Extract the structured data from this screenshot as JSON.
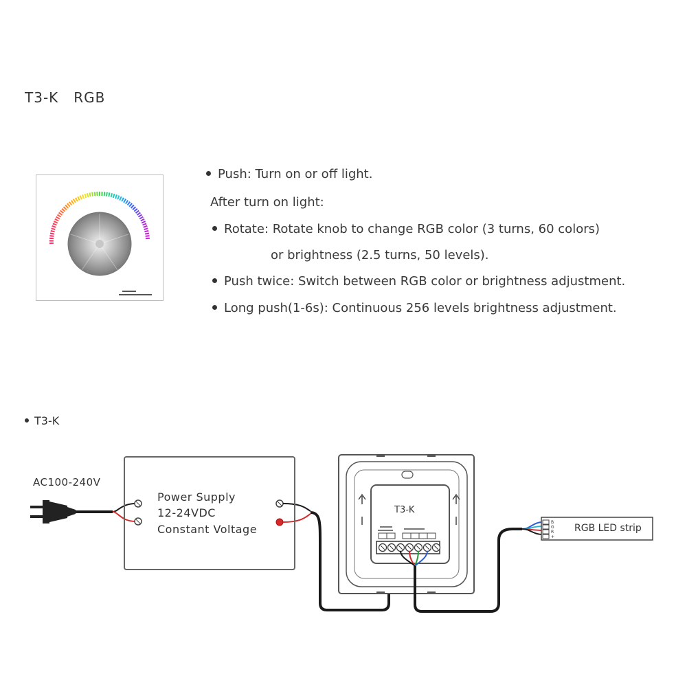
{
  "title": {
    "model": "T3-K",
    "type": "RGB"
  },
  "product_image": {
    "panel_print_line1": "",
    "panel_print_line2": ""
  },
  "instructions": {
    "push": "Push: Turn on or off light.",
    "after": "After turn on light:",
    "rotate_1": "Rotate: Rotate knob to change RGB color (3 turns, 60 colors)",
    "rotate_2": "or brightness (2.5 turns, 50 levels).",
    "push_twice": "Push twice: Switch between RGB color or brightness adjustment.",
    "long_push": "Long push(1-6s): Continuous 256 levels brightness adjustment."
  },
  "wiring": {
    "section_title": "T3-K",
    "ac_label": "AC100-240V",
    "power_supply": {
      "line1": "Power Supply",
      "line2": "12-24VDC",
      "line3": "Constant Voltage"
    },
    "controller_label": "T3-K",
    "strip_label": "RGB LED strip",
    "strip_pins": [
      "B",
      "G",
      "R",
      "+"
    ]
  },
  "colors": {
    "wire_black": "#1a1a1a",
    "wire_red": "#d42a2a",
    "wire_green": "#2e9e45",
    "wire_blue": "#2b5fd1",
    "wire_cyan": "#34b3c9",
    "outline": "#555555"
  }
}
